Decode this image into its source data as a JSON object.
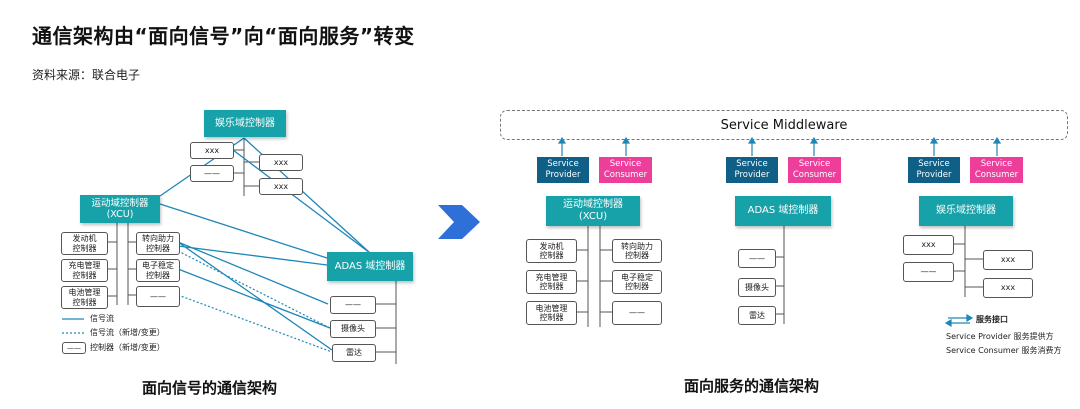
{
  "header": {
    "title": "通信架构由“面向信号”向“面向服务”转变",
    "source": "资料来源：联合电子"
  },
  "left": {
    "ent_ctrl": "娱乐域控制器",
    "xcu_ctrl": "运动域控制器\n(XCU)",
    "adas_ctrl": "ADAS 域控制器",
    "ent_items": [
      "xxx",
      "——",
      "xxx",
      "xxx"
    ],
    "xcu_items": [
      "发动机\n控制器",
      "充电管理\n控制器",
      "电池管理\n控制器",
      "转向助力\n控制器",
      "电子稳定\n控制器",
      "——"
    ],
    "adas_items": [
      "——",
      "摄像头",
      "雷达"
    ],
    "legend": {
      "signal": "信号流",
      "signal_new": "信号流（新增/变更）",
      "controller": "控制器（新增/变更）"
    },
    "caption": "面向信号的通信架构"
  },
  "arrow_color": "#2f6fd8",
  "right": {
    "middleware": "Service Middleware",
    "provider": "Service\nProvider",
    "consumer": "Service\nConsumer",
    "xcu_ctrl": "运动域控制器\n(XCU)",
    "adas_ctrl": "ADAS 域控制器",
    "ent_ctrl": "娱乐域控制器",
    "xcu_items": [
      "发动机\n控制器",
      "充电管理\n控制器",
      "电池管理\n控制器",
      "转向助力\n控制器",
      "电子稳定\n控制器",
      "——"
    ],
    "adas_items": [
      "——",
      "摄像头",
      "雷达"
    ],
    "ent_items": [
      "xxx",
      "——",
      "xxx",
      "xxx"
    ],
    "legend": {
      "interface": "服务接口",
      "provider_line": "Service Provider  服务提供方",
      "consumer_line": "Service Consumer 服务消费方"
    },
    "caption": "面向服务的通信架构"
  },
  "colors": {
    "teal": "#17a1a8",
    "provider": "#0f5f86",
    "consumer": "#ec3e9a",
    "signal_line": "#1e86b8"
  }
}
